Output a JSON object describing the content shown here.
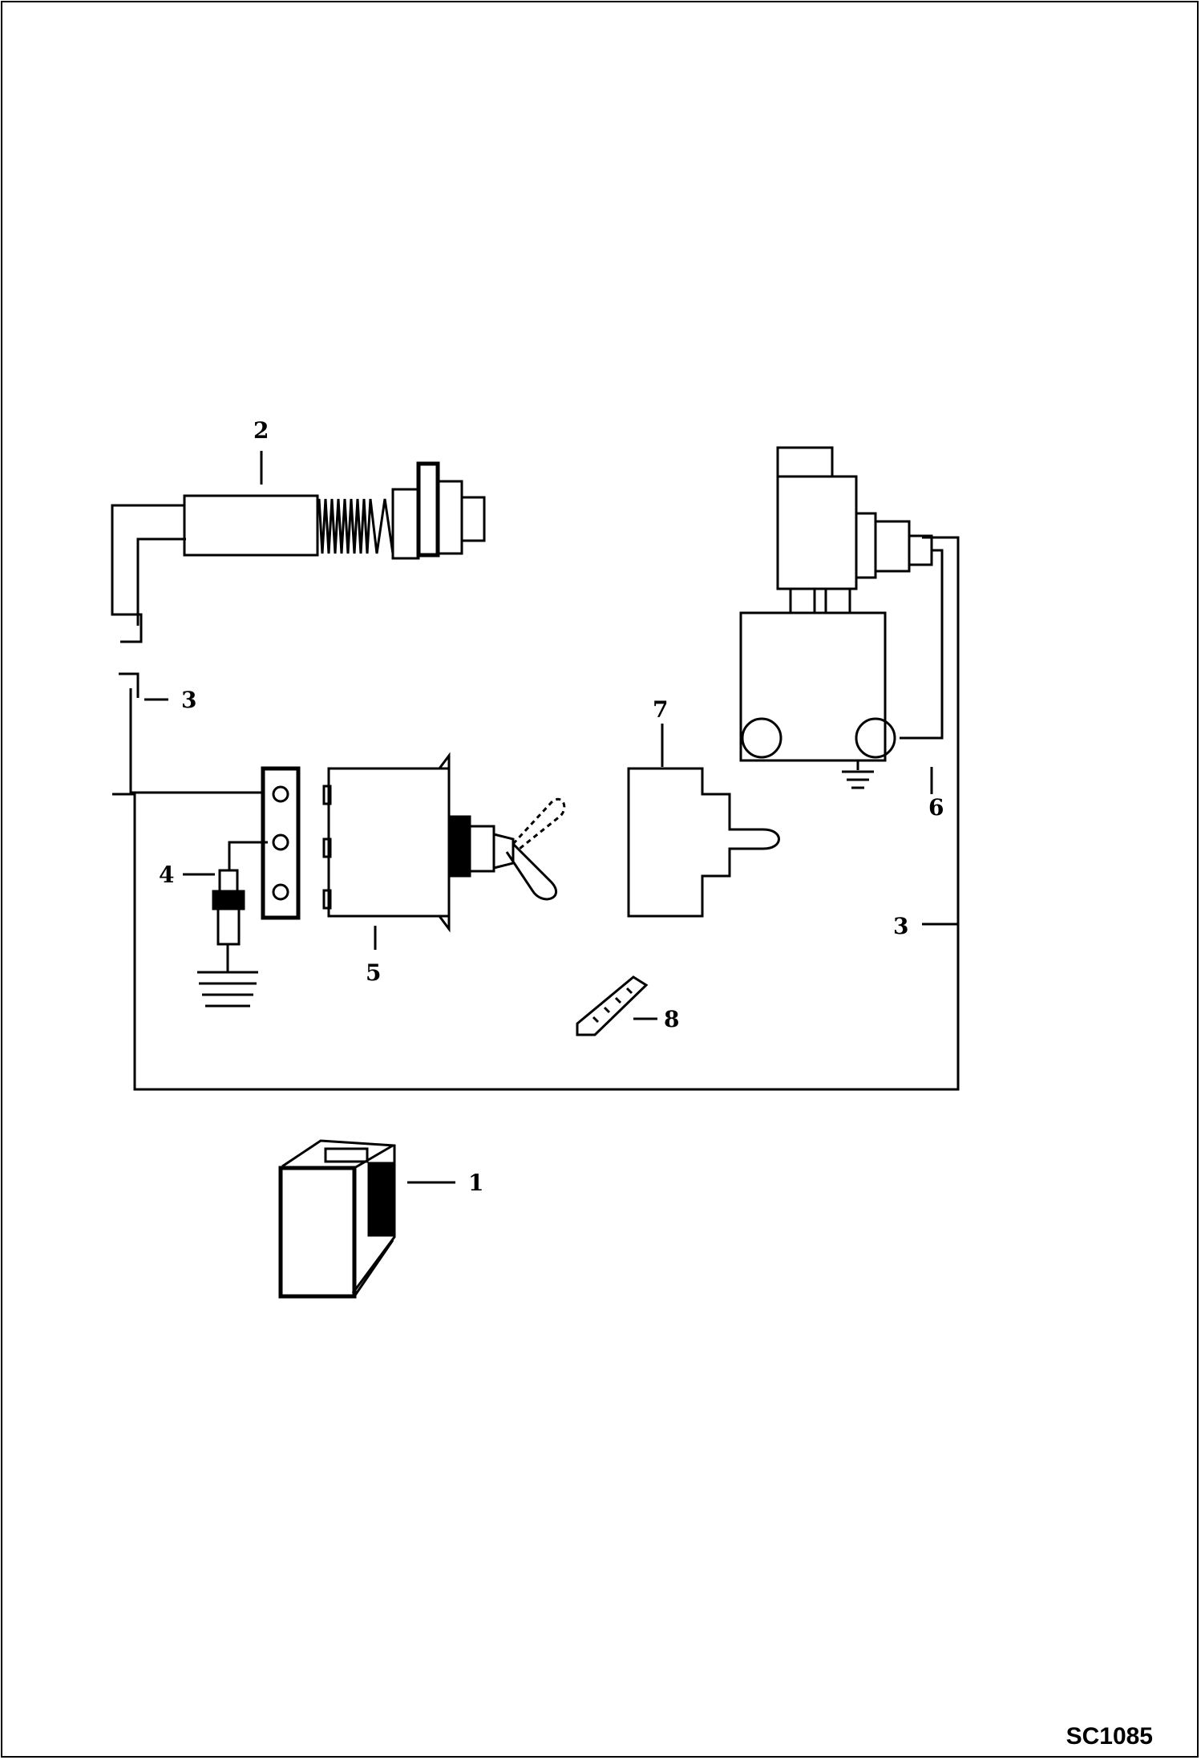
{
  "callouts": {
    "c1": "1",
    "c2": "2",
    "c3a": "3",
    "c3b": "3",
    "c4": "4",
    "c5": "5",
    "c6": "6",
    "c7": "7",
    "c8": "8"
  },
  "drawing_code": "SC1085",
  "colors": {
    "line": "#000000",
    "background": "#ffffff"
  }
}
